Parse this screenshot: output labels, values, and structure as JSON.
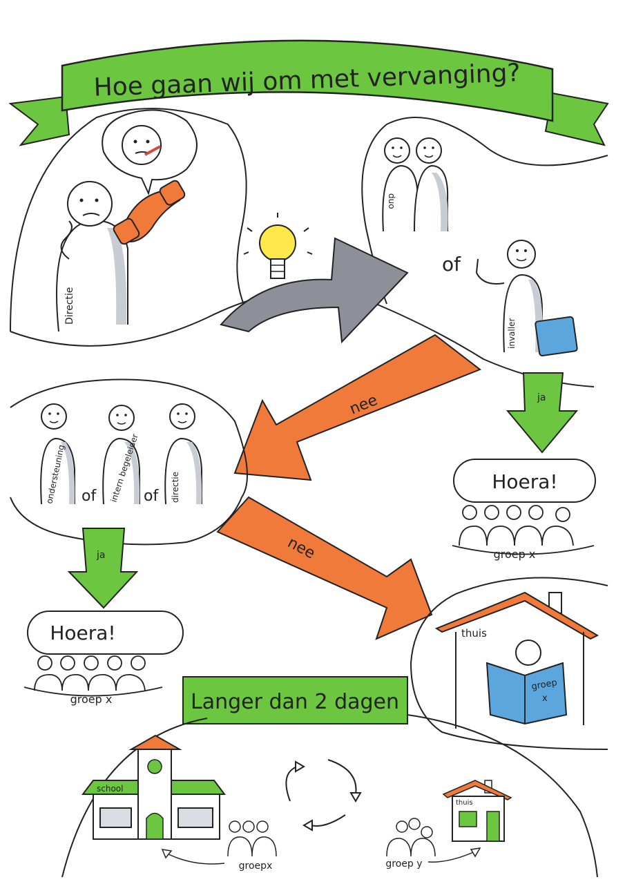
{
  "title": "Hoe gaan wij om met vervanging?",
  "labels": {
    "directie": "Directie",
    "duo": "duo",
    "of": "of",
    "invaller": "invaller",
    "nee": "nee",
    "ja": "ja",
    "ondersteuning": "ondersteuning",
    "intern_begeleider": "intern begeleider",
    "directie_small": "directie",
    "hoera": "Hoera!",
    "groepx": "groepx",
    "groep_x_spaced": "groep x",
    "thuis": "thuis",
    "groep": "groep",
    "x": "x",
    "langer": "Langer dan 2 dagen",
    "school": "school",
    "groepy": "groep y"
  },
  "colors": {
    "green": "#6cc63f",
    "green_dark": "#3d8f22",
    "orange": "#f07a3a",
    "gray_arrow": "#8d9099",
    "blue": "#5aa6dd",
    "yellow": "#ffe84a",
    "shadow": "#c8ccd4"
  }
}
